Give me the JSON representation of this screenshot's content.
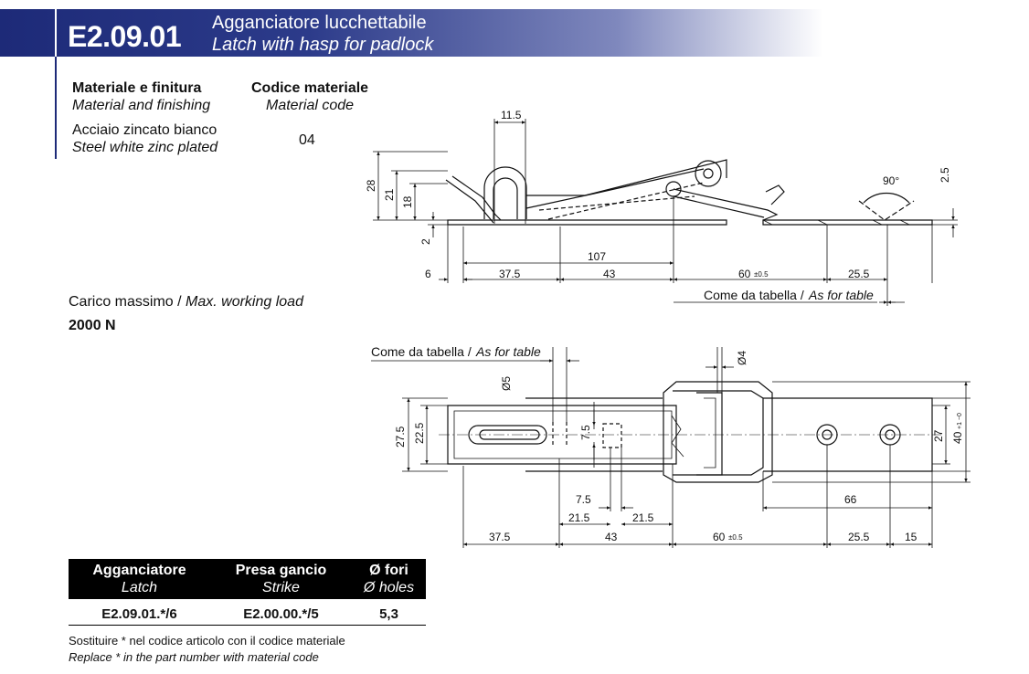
{
  "header": {
    "code": "E2.09.01",
    "title_it": "Agganciatore lucchettabile",
    "title_en": "Latch with hasp for padlock"
  },
  "specs": {
    "material_heading_it": "Materiale e finitura",
    "material_heading_en": "Material and finishing",
    "material_value_it": "Acciaio zincato bianco",
    "material_value_en": "Steel white zinc plated",
    "code_heading_it": "Codice materiale",
    "code_heading_en": "Material code",
    "code_value": "04"
  },
  "load": {
    "label_it": "Carico massimo /",
    "label_en": "Max. working load",
    "value": "2000 N"
  },
  "table": {
    "headers": [
      {
        "it": "Agganciatore",
        "en": "Latch"
      },
      {
        "it": "Presa gancio",
        "en": "Strike"
      },
      {
        "it": "Ø fori",
        "en": "Ø holes"
      }
    ],
    "row": [
      "E2.09.01.*/6",
      "E2.00.00.*/5",
      "5,3"
    ]
  },
  "notes": {
    "line_it": "Sostituire * nel codice articolo con il codice materiale",
    "line_en": "Replace * in the part number with material code"
  },
  "side_view": {
    "dims": {
      "d11_5": "11.5",
      "d28": "28",
      "d21": "21",
      "d18": "18",
      "d2": "2",
      "d2_5": "2.5",
      "d90": "90°",
      "d107": "107",
      "d6": "6",
      "d37_5": "37.5",
      "d43": "43",
      "d60": "60",
      "d60_tol": "±0.5",
      "d25_5": "25.5"
    },
    "table_note_it": "Come da tabella /",
    "table_note_en": "As for table"
  },
  "top_view": {
    "table_note_it": "Come da tabella /",
    "table_note_en": "As for table",
    "dims": {
      "d5": "Ø5",
      "d4": "Ø4",
      "d27_5": "27.5",
      "d22_5": "22.5",
      "d7_5v": "7.5",
      "d7_5h": "7.5",
      "d21_5a": "21.5",
      "d21_5b": "21.5",
      "d66": "66",
      "d27": "27",
      "d40": "40",
      "d40_tol": "+1 −0",
      "d37_5": "37.5",
      "d43": "43",
      "d60": "60",
      "d60_tol": "±0.5",
      "d25_5": "25.5",
      "d15": "15"
    }
  },
  "colors": {
    "header_dark": "#1d2a78",
    "header_light": "#7f88bd"
  }
}
